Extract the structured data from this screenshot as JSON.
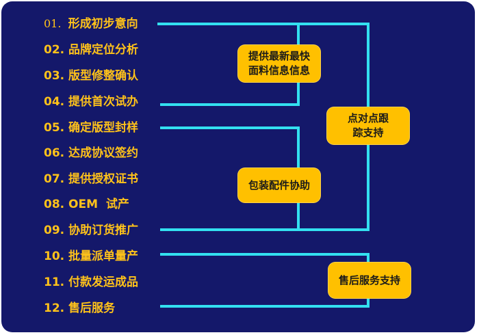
{
  "steps": [
    {
      "num": "01.",
      "text": "形成初步意向"
    },
    {
      "num": "02.",
      "text": "品牌定位分析"
    },
    {
      "num": "03.",
      "text": "版型修整确认"
    },
    {
      "num": "04.",
      "text": "提供首次试办"
    },
    {
      "num": "05.",
      "text": "确定版型封样"
    },
    {
      "num": "06.",
      "text": "达成协议签约"
    },
    {
      "num": "07.",
      "text": "提供授权证书"
    },
    {
      "num": "08.",
      "text": "OEM  试产"
    },
    {
      "num": "09.",
      "text": "协助订货推广"
    },
    {
      "num": "10.",
      "text": "批量派单量产"
    },
    {
      "num": "11.",
      "text": "付款发运成品"
    },
    {
      "num": "12.",
      "text": "售后服务"
    }
  ],
  "badges": {
    "fabric": {
      "line1": "提供最新最快",
      "line2": "面料信息信息"
    },
    "packaging": {
      "line1": "包装配件协助"
    },
    "tracking": {
      "line1": "点对点跟",
      "line2": "踪支持"
    },
    "after_sales": {
      "line1": "售后服务支持"
    }
  },
  "colors": {
    "background": "#14186a",
    "text": "#ffc21a",
    "line": "#33e0f0",
    "badge": "#ffc000"
  }
}
